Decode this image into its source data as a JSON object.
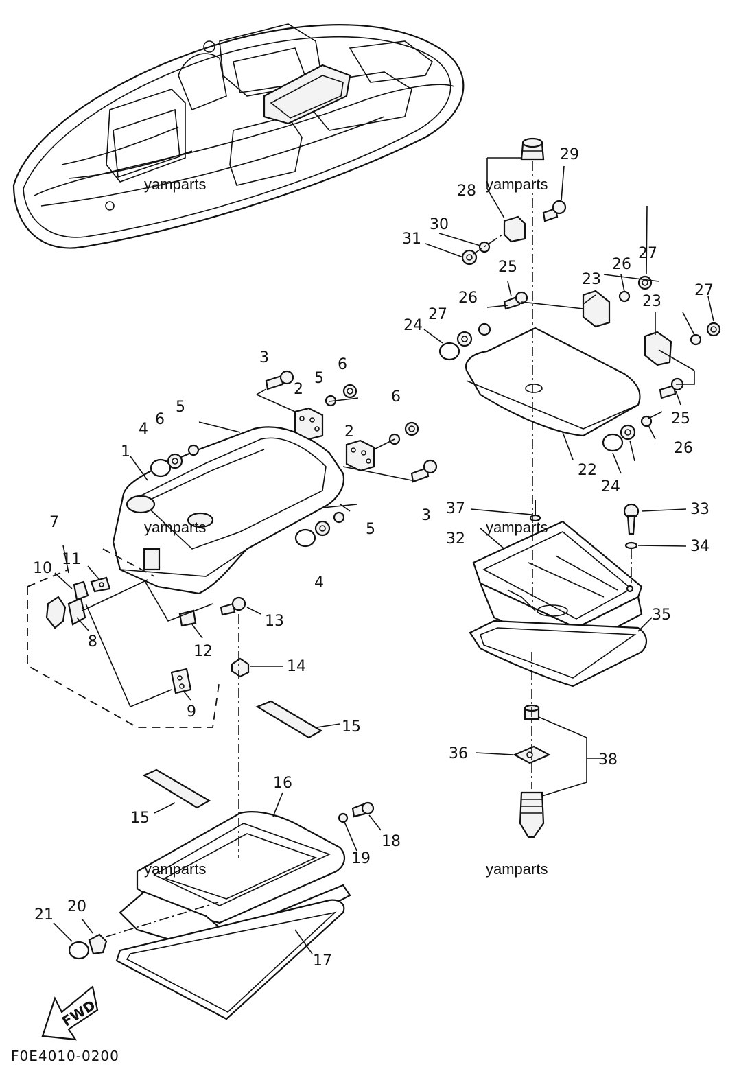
{
  "diagram": {
    "drawing_code": "F0E4010-0200",
    "fwd_label": "FWD",
    "watermarks": [
      "yamparts",
      "yamparts",
      "yamparts",
      "yamparts",
      "yamparts",
      "yamparts"
    ],
    "callouts": [
      "1",
      "2",
      "2",
      "3",
      "3",
      "4",
      "4",
      "5",
      "5",
      "5",
      "6",
      "6",
      "6",
      "7",
      "8",
      "9",
      "10",
      "11",
      "12",
      "13",
      "14",
      "15",
      "15",
      "16",
      "17",
      "18",
      "19",
      "20",
      "21",
      "22",
      "23",
      "23",
      "24",
      "24",
      "25",
      "25",
      "26",
      "26",
      "26",
      "27",
      "27",
      "27",
      "28",
      "29",
      "30",
      "31",
      "32",
      "33",
      "34",
      "35",
      "36",
      "37",
      "38"
    ]
  }
}
